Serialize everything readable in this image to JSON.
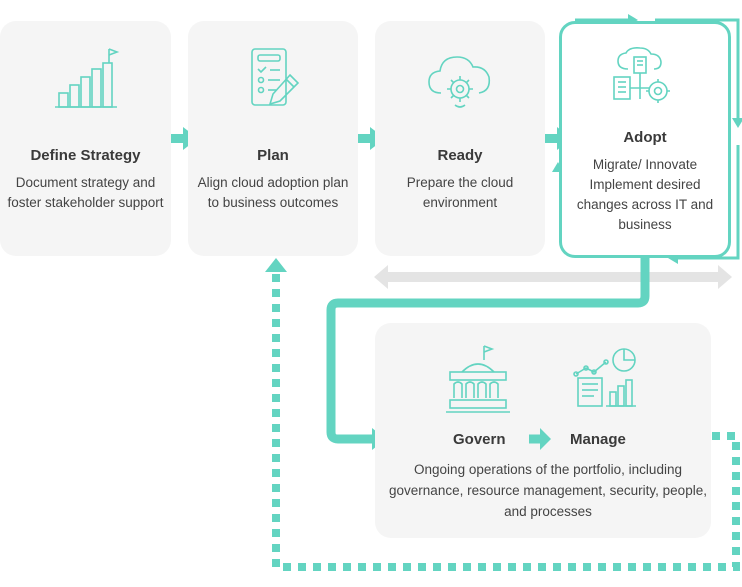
{
  "steps": [
    {
      "title": "Define Strategy",
      "desc": "Document strategy and foster stakeholder support"
    },
    {
      "title": "Plan",
      "desc": "Align cloud adoption plan to business outcomes"
    },
    {
      "title": "Ready",
      "desc": "Prepare the cloud environment"
    },
    {
      "title": "Adopt",
      "desc": "Migrate/ Innovate Implement desired changes across IT and business"
    }
  ],
  "operations": {
    "govern": "Govern",
    "manage": "Manage",
    "desc": "Ongoing operations of the portfolio, including governance, resource management, security, people, and processes"
  },
  "colors": {
    "accent": "#63d4c1",
    "card": "#f5f5f5",
    "grey_arrow": "#e4e4e4"
  },
  "icons": [
    "bar-chart-flag-icon",
    "checklist-pencil-icon",
    "cloud-gear-icon",
    "cloud-migration-icon",
    "government-building-icon",
    "analytics-report-icon"
  ]
}
